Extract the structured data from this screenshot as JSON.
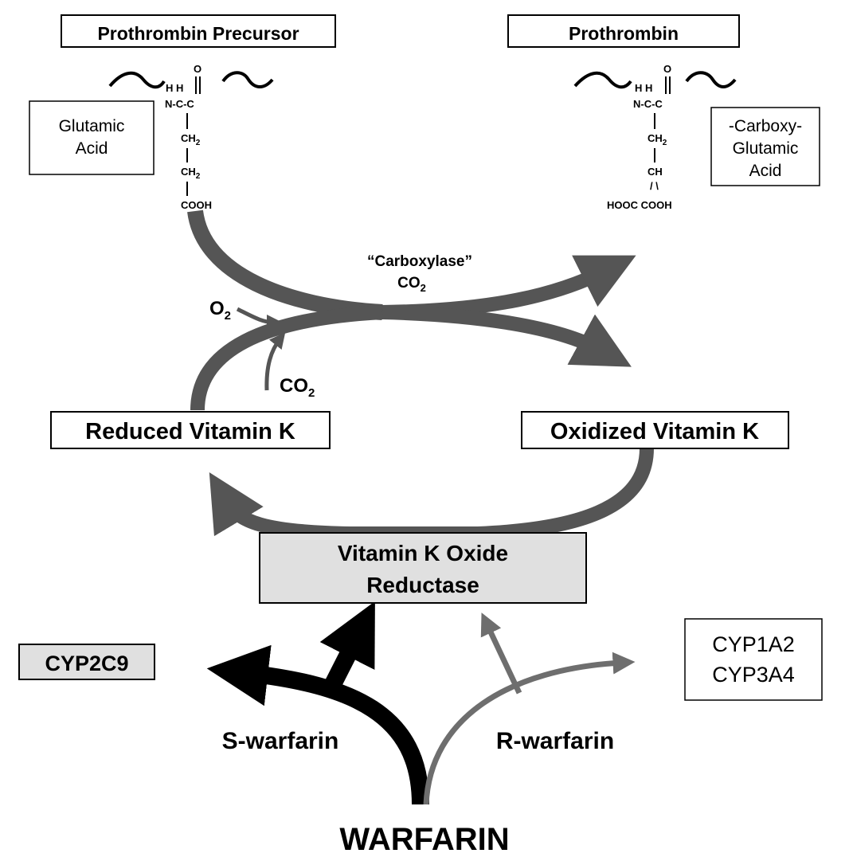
{
  "colors": {
    "cycle": "#555555",
    "s_warfarin": "#000000",
    "r_warfarin": "#6e6e6e",
    "enzyme_fill": "#e0e0e0",
    "cyp2c9_fill": "#e0e0e0"
  },
  "labels": {
    "precursor": "Prothrombin Precursor",
    "prothrombin": "Prothrombin",
    "glutamic_line1": "Glutamic",
    "glutamic_line2": "Acid",
    "gla_line1": "-Carboxy-",
    "gla_line2": "Glutamic",
    "gla_line3": "Acid",
    "carboxylase": "“Carboxylase”",
    "co2_main": "CO",
    "co2_main_sub": "2",
    "o2": "O",
    "o2_sub": "2",
    "co2_left": "CO",
    "co2_left_sub": "2",
    "reduced_vk": "Reduced Vitamin K",
    "oxidized_vk": "Oxidized Vitamin K",
    "vkor_line1": "Vitamin K Oxide",
    "vkor_line2": "Reductase",
    "cyp2c9": "CYP2C9",
    "cyp1a2": "CYP1A2",
    "cyp3a4": "CYP3A4",
    "s_warfarin": "S-warfarin",
    "r_warfarin": "R-warfarin",
    "warfarin": "WARFARIN"
  },
  "structure_left": {
    "o": "O",
    "hh": "H H",
    "nc": "N-C-C",
    "ch2a": "CH",
    "ch2a_sub": "2",
    "ch2b": "CH",
    "ch2b_sub": "2",
    "cooh": "COOH"
  },
  "structure_right": {
    "o": "O",
    "hh": "H H",
    "nc": "N-C-C",
    "ch2": "CH",
    "ch2_sub": "2",
    "ch": "CH",
    "branch": "/ \\",
    "acid": "HOOC COOH"
  }
}
